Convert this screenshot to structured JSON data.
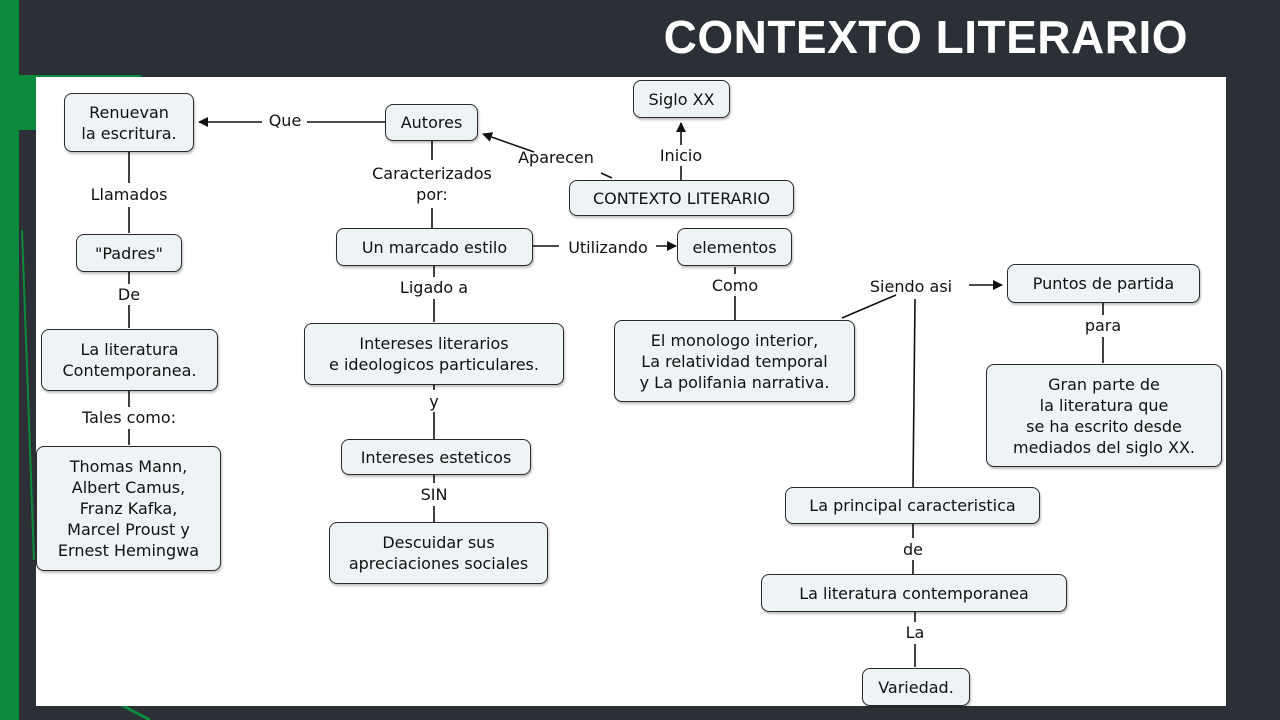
{
  "title": "CONTEXTO LITERARIO",
  "colors": {
    "background": "#2b3036",
    "accent_green": "#0b8a3c",
    "panel": "#ffffff",
    "node_fill": "#eef3f5",
    "node_border": "#2a2a2a"
  },
  "nodes": {
    "renuevan": "Renuevan\nla escritura.",
    "autores": "Autores",
    "siglo_xx": "Siglo XX",
    "contexto": "CONTEXTO LITERARIO",
    "padres": "\"Padres\"",
    "marcado_estilo": "Un marcado estilo",
    "elementos": "elementos",
    "puntos_partida": "Puntos de partida",
    "literatura_contemp": "La literatura\nContemporanea.",
    "intereses_literarios": "Intereses literarios\ne ideologicos particulares.",
    "monologo": "El monologo interior,\nLa relatividad temporal\ny La polifania narrativa.",
    "gran_parte": "Gran parte de\nla literatura que\nse ha escrito desde\nmediados del siglo XX.",
    "autores_lista": "Thomas Mann,\nAlbert Camus,\nFranz Kafka,\nMarcel Proust y\nErnest Hemingwa",
    "intereses_esteticos": "Intereses esteticos",
    "descuidar": "Descuidar sus\napreciaciones sociales",
    "principal_caracteristica": "La principal caracteristica",
    "literatura_contemporanea": "La literatura contemporanea",
    "variedad": "Variedad."
  },
  "links": {
    "que": "Que",
    "aparecen": "Aparecen",
    "inicio": "Inicio",
    "llamados": "Llamados",
    "caracterizados_por": "Caracterizados\npor:",
    "utilizando": "Utilizando",
    "de_1": "De",
    "ligado_a": "Ligado a",
    "como": "Como",
    "siendo_asi": "Siendo asi",
    "para": "para",
    "tales_como": "Tales como:",
    "y": "y",
    "sin": "SIN",
    "de_2": "de",
    "la": "La"
  }
}
